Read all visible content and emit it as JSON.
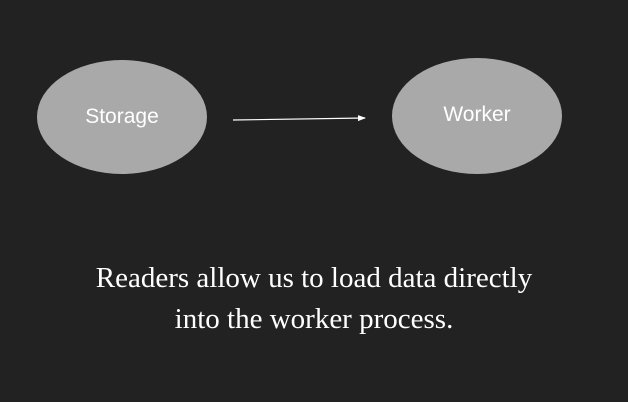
{
  "diagram": {
    "nodes": [
      {
        "id": "storage",
        "label": "Storage"
      },
      {
        "id": "worker",
        "label": "Worker"
      }
    ],
    "edges": [
      {
        "from": "storage",
        "to": "worker"
      }
    ],
    "colors": {
      "background": "#222222",
      "node_fill": "#a9a9a9",
      "node_text": "#ffffff",
      "arrow": "#ffffff",
      "caption_text": "#ffffff"
    }
  },
  "caption": {
    "line1": "Readers allow us to load data directly",
    "line2": "into the worker process."
  }
}
